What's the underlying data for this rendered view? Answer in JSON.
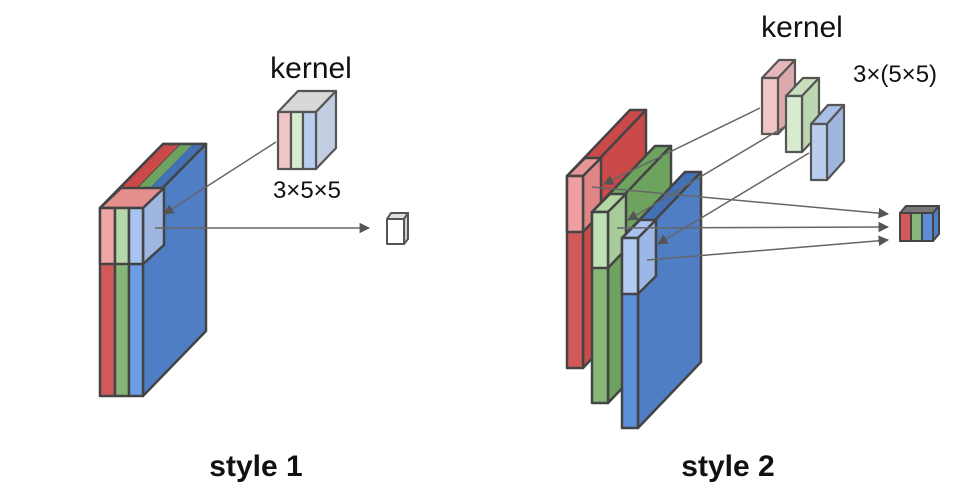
{
  "style1": {
    "kernel_label": "kernel",
    "kernel_size": "3×5×5",
    "caption": "style 1"
  },
  "style2": {
    "kernel_label": "kernel",
    "kernel_size": "3×(5×5)",
    "caption": "style 2"
  },
  "colors": {
    "red_channel": "#d2595a",
    "red_top": "#c94a49",
    "green_channel": "#86b779",
    "green_top": "#6ea35f",
    "blue_channel": "#4f7ec4",
    "blue_top": "#4271b5",
    "kernel_red": "#f1c4c6",
    "kernel_green": "#d8ead0",
    "kernel_blue": "#b9cdef",
    "outline": "#555555",
    "arrow": "#6b6b6b"
  }
}
